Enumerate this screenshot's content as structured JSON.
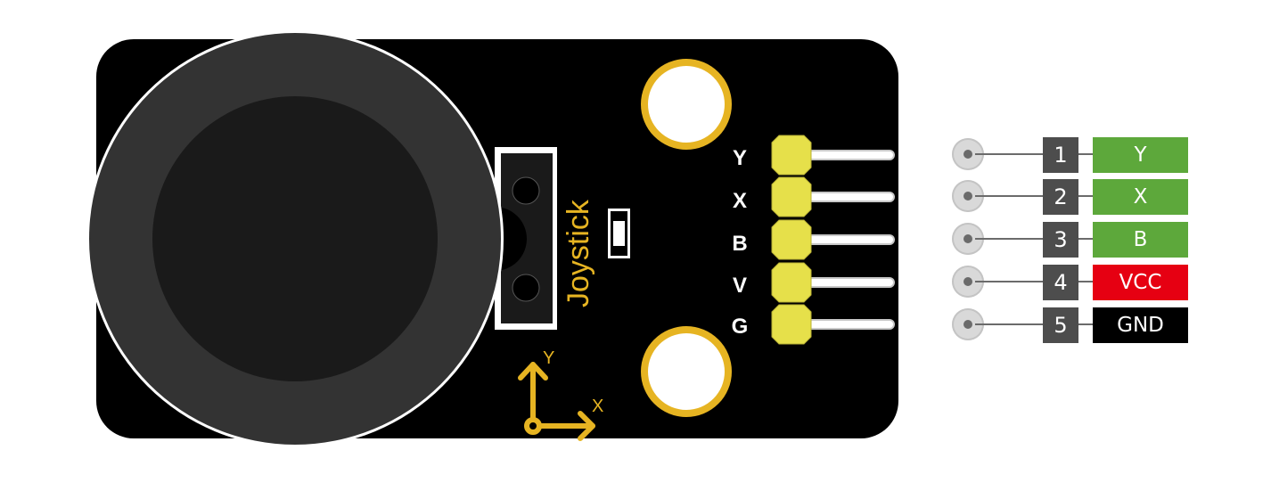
{
  "board": {
    "name_label": "Joystick",
    "header_pin_labels": [
      "Y",
      "X",
      "B",
      "V",
      "G"
    ],
    "axis_y_label": "Y",
    "axis_x_label": "X"
  },
  "pinout": [
    {
      "number": "1",
      "signal": "Y",
      "color": "#5da83b"
    },
    {
      "number": "2",
      "signal": "X",
      "color": "#5da83b"
    },
    {
      "number": "3",
      "signal": "B",
      "color": "#5da83b"
    },
    {
      "number": "4",
      "signal": "VCC",
      "color": "#e60012"
    },
    {
      "number": "5",
      "signal": "GND",
      "color": "#000000"
    }
  ],
  "colors": {
    "pcb": "#000000",
    "silkscreen": "#e6b422",
    "header_pins": "#e6e04a",
    "knob_outer": "#333333",
    "knob_inner": "#1a1a1a"
  }
}
